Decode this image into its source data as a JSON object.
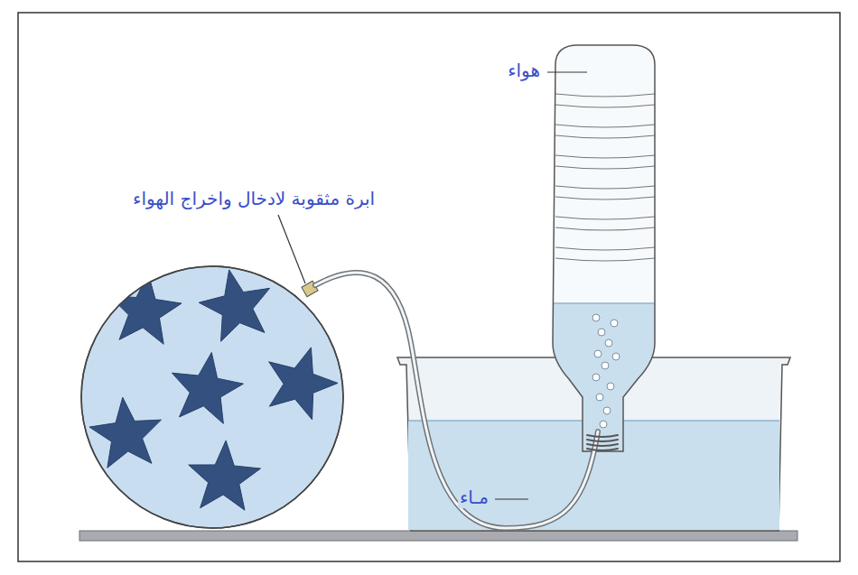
{
  "diagram": {
    "labels": [
      "هواء",
      "ابرة مثقوبة لادخال واخراج الهواء",
      "مـاء"
    ]
  }
}
